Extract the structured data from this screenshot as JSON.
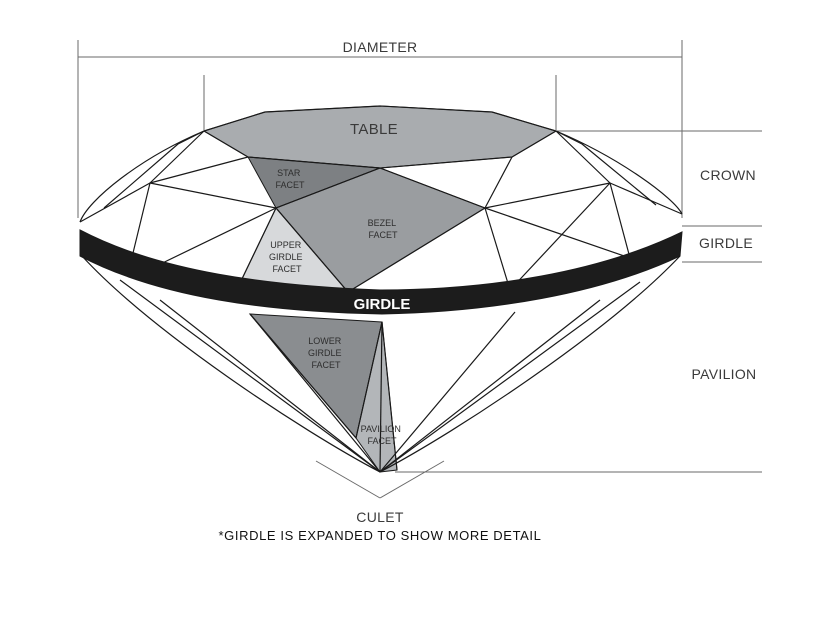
{
  "labels": {
    "diameter": "DIAMETER",
    "table": "TABLE",
    "crown": "CROWN",
    "girdle_side": "GIRDLE",
    "girdle_center": "GIRDLE",
    "pavilion": "PAVILION",
    "culet": "CULET",
    "note": "*GIRDLE IS EXPANDED TO SHOW MORE DETAIL"
  },
  "facets": {
    "star": [
      "STAR",
      "FACET"
    ],
    "bezel": [
      "BEZEL",
      "FACET"
    ],
    "upper_girdle": [
      "UPPER",
      "GIRDLE",
      "FACET"
    ],
    "lower_girdle": [
      "LOWER",
      "GIRDLE",
      "FACET"
    ],
    "pavilion": [
      "PAVILION",
      "FACET"
    ]
  },
  "colors": {
    "table": "#a9acaf",
    "star": "#7d8083",
    "bezel": "#9a9da0",
    "upper_girdle": "#d7d9db",
    "lower_girdle": "#8a8d90",
    "pavilion": "#b3b6b9",
    "girdle_band": "#1c1c1c",
    "outline": "#1a1a1a"
  }
}
